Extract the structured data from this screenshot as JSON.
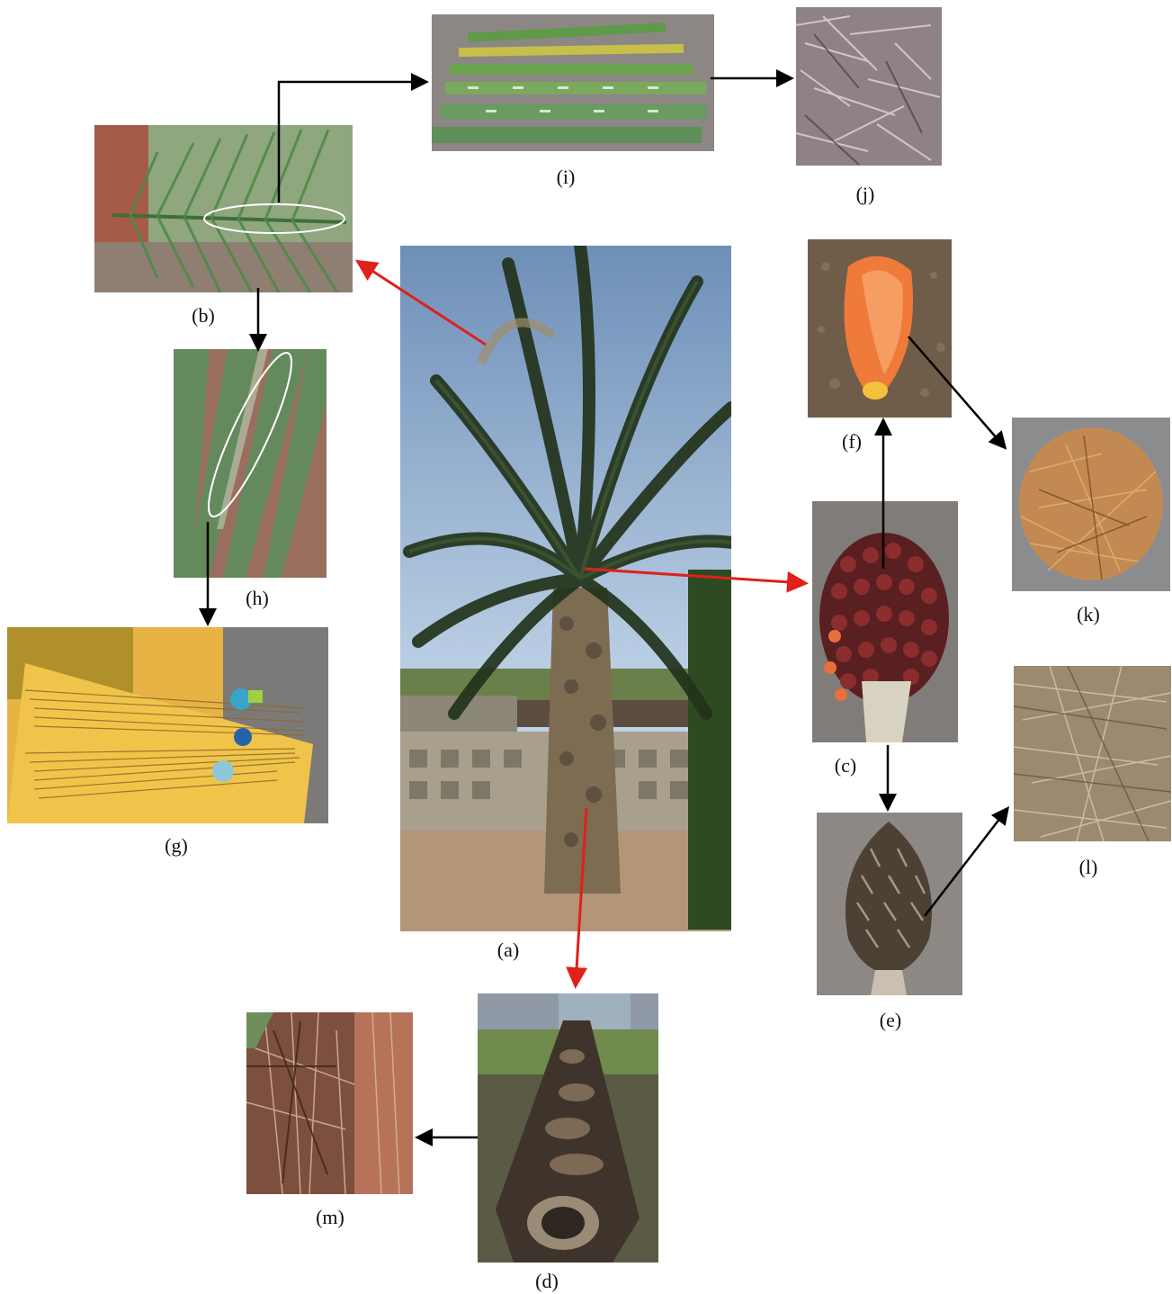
{
  "panels": {
    "a": {
      "label": "(a)"
    },
    "b": {
      "label": "(b)"
    },
    "c": {
      "label": "(c)"
    },
    "d": {
      "label": "(d)"
    },
    "e": {
      "label": "(e)"
    },
    "f": {
      "label": "(f)"
    },
    "g": {
      "label": "(g)"
    },
    "h": {
      "label": "(h)"
    },
    "i": {
      "label": "(i)"
    },
    "j": {
      "label": "(j)"
    },
    "k": {
      "label": "(k)"
    },
    "l": {
      "label": "(l)"
    },
    "m": {
      "label": "(m)"
    }
  },
  "colors": {
    "arrow_primary": "#e0201b",
    "arrow_secondary": "#000000"
  }
}
